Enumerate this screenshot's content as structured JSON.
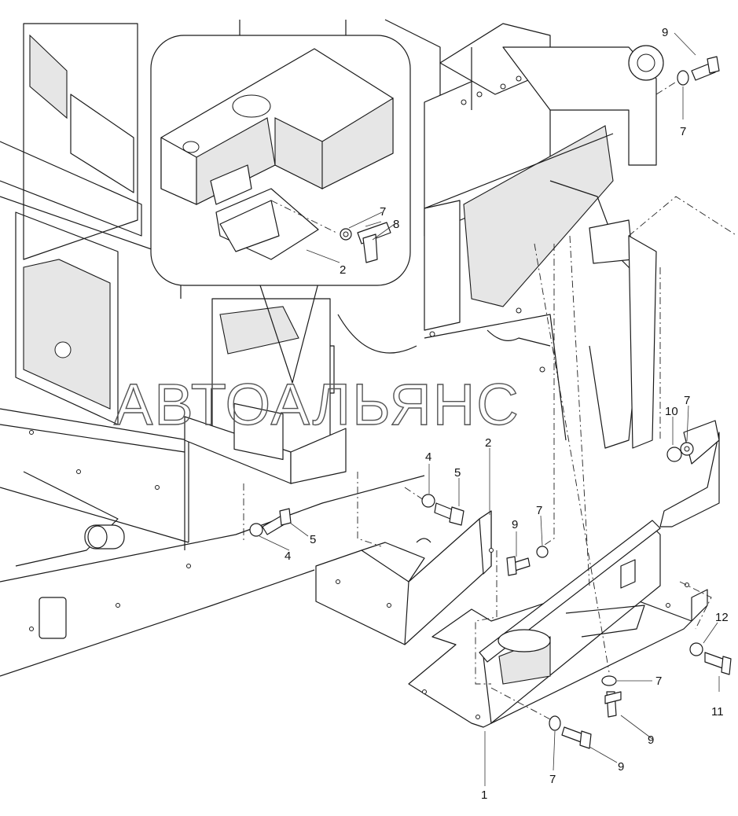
{
  "watermark": "АВТОАЛЬЯНС",
  "callouts": [
    {
      "id": "c-9-top",
      "label": "9"
    },
    {
      "id": "c-7-top",
      "label": "7"
    },
    {
      "id": "c-7-inset",
      "label": "7"
    },
    {
      "id": "c-8-inset",
      "label": "8"
    },
    {
      "id": "c-2-inset",
      "label": "2"
    },
    {
      "id": "c-10",
      "label": "10"
    },
    {
      "id": "c-7-right",
      "label": "7"
    },
    {
      "id": "c-4-a",
      "label": "4"
    },
    {
      "id": "c-5-a",
      "label": "5"
    },
    {
      "id": "c-2-mid",
      "label": "2"
    },
    {
      "id": "c-5-b",
      "label": "5"
    },
    {
      "id": "c-4-b",
      "label": "4"
    },
    {
      "id": "c-9-mid",
      "label": "9"
    },
    {
      "id": "c-7-mid",
      "label": "7"
    },
    {
      "id": "c-12",
      "label": "12"
    },
    {
      "id": "c-7-low",
      "label": "7"
    },
    {
      "id": "c-11",
      "label": "11"
    },
    {
      "id": "c-9-low",
      "label": "9"
    },
    {
      "id": "c-9-bottom",
      "label": "9"
    },
    {
      "id": "c-7-bottom",
      "label": "7"
    },
    {
      "id": "c-1",
      "label": "1"
    }
  ]
}
